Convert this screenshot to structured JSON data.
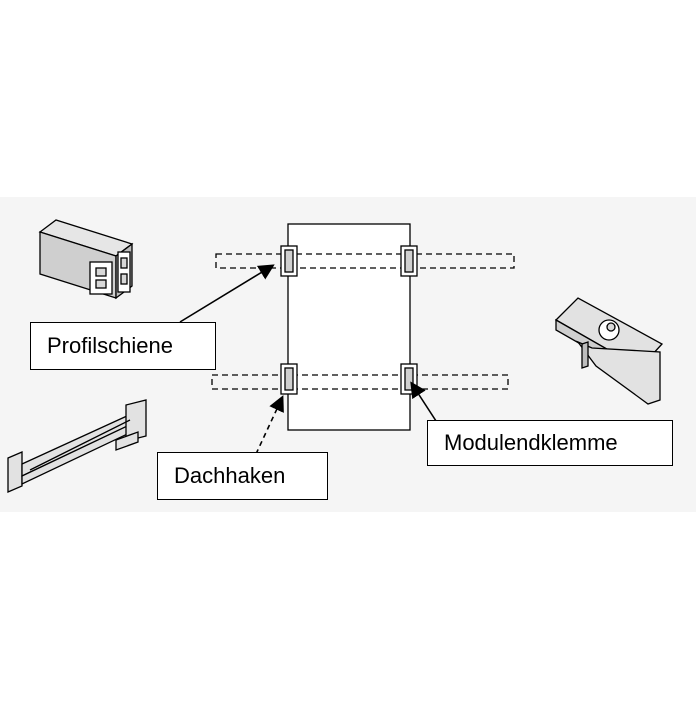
{
  "diagram": {
    "labels": {
      "profilschiene": "Profilschiene",
      "dachhaken": "Dachhaken",
      "modulendklemme": "Modulendklemme"
    },
    "colors": {
      "background": "#ffffff",
      "band": "#f5f5f5",
      "line": "#000000",
      "part_fill": "#d8d8d8"
    }
  }
}
